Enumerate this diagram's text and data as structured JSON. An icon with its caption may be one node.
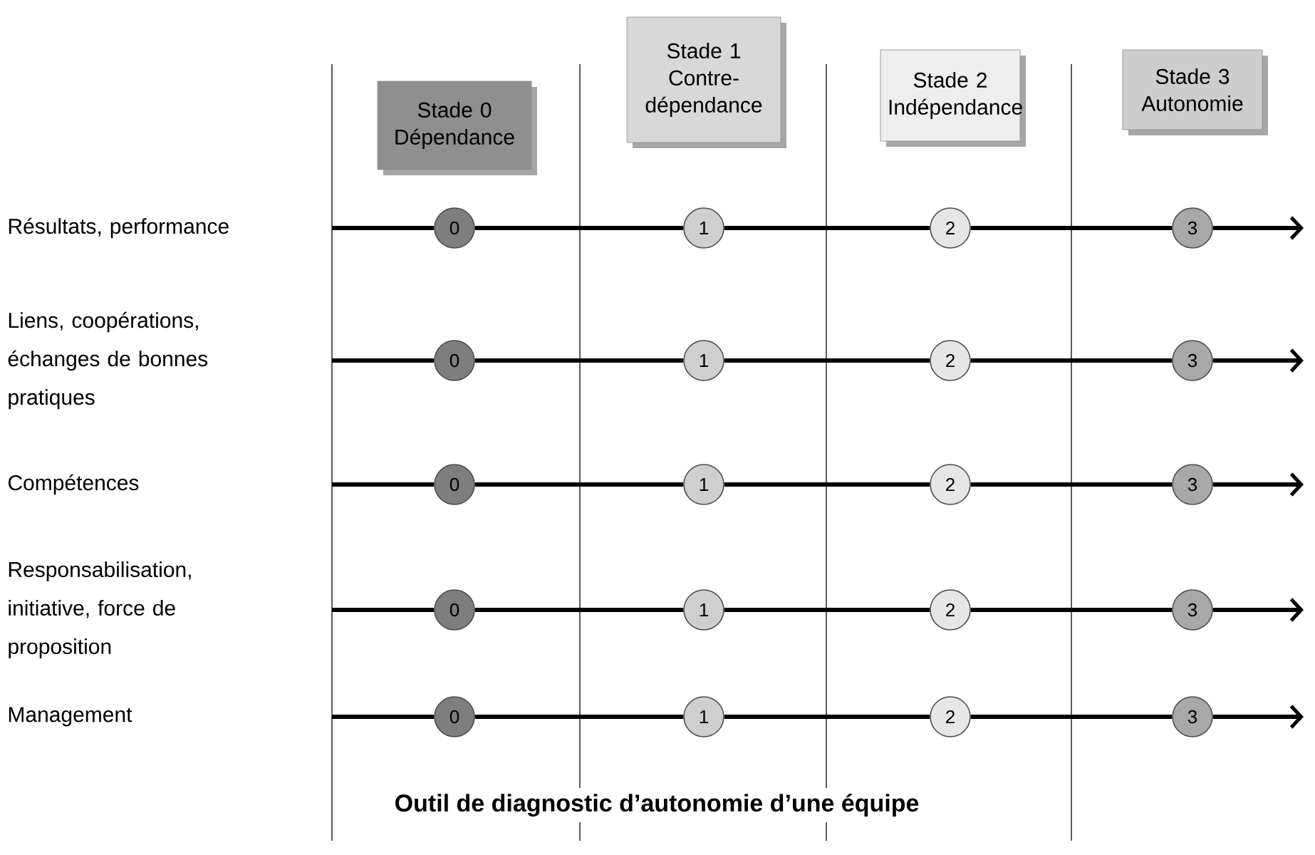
{
  "diagram": {
    "caption": "Outil de diagnostic d’autonomie d’une équipe",
    "nodes": [
      {
        "text": [
          "Stade 0 Dépendance"
        ]
      },
      {
        "text": [
          "Stade 1 Contre-dépendance"
        ]
      },
      {
        "text": [
          "Stade 2 Indépendance"
        ]
      },
      {
        "text": [
          "Stade 3 Autonomie"
        ]
      },
      {
        "text": [
          "0"
        ]
      },
      {
        "text": [
          "1"
        ]
      },
      {
        "text": [
          "2"
        ]
      },
      {
        "text": [
          "3"
        ]
      },
      {
        "text": [
          "0"
        ]
      },
      {
        "text": [
          "1"
        ]
      },
      {
        "text": [
          "2"
        ]
      },
      {
        "text": [
          "3"
        ]
      },
      {
        "text": [
          "0"
        ]
      },
      {
        "text": [
          "1"
        ]
      },
      {
        "text": [
          "2"
        ]
      },
      {
        "text": [
          "3"
        ]
      },
      {
        "text": [
          "0"
        ]
      },
      {
        "text": [
          "1"
        ]
      },
      {
        "text": [
          "2"
        ]
      },
      {
        "text": [
          "3"
        ]
      },
      {
        "text": [
          "0"
        ]
      },
      {
        "text": [
          "1"
        ]
      },
      {
        "text": [
          "2"
        ]
      },
      {
        "text": [
          "3"
        ]
      }
    ],
    "edges": [
      {
        "from": null,
        "to": 4,
        "arrow": "none"
      },
      {
        "from": 4,
        "to": 5,
        "arrow": "none"
      },
      {
        "from": 5,
        "to": 6,
        "arrow": "none"
      },
      {
        "from": 6,
        "to": 7,
        "arrow": "none"
      },
      {
        "from": 7,
        "to": null,
        "arrow": "to"
      },
      {
        "from": null,
        "to": 8,
        "arrow": "none"
      },
      {
        "from": 8,
        "to": 9,
        "arrow": "none"
      },
      {
        "from": 9,
        "to": 10,
        "arrow": "none"
      },
      {
        "from": 10,
        "to": 11,
        "arrow": "none"
      },
      {
        "from": 11,
        "to": null,
        "arrow": "to"
      },
      {
        "from": null,
        "to": 12,
        "arrow": "none"
      },
      {
        "from": 12,
        "to": 13,
        "arrow": "none"
      },
      {
        "from": 13,
        "to": 14,
        "arrow": "none"
      },
      {
        "from": 14,
        "to": 15,
        "arrow": "none"
      },
      {
        "from": 15,
        "to": null,
        "arrow": "to"
      },
      {
        "from": null,
        "to": 16,
        "arrow": "none"
      },
      {
        "from": 16,
        "to": 17,
        "arrow": "none"
      },
      {
        "from": 17,
        "to": 18,
        "arrow": "none"
      },
      {
        "from": 18,
        "to": 19,
        "arrow": "none"
      },
      {
        "from": 19,
        "to": null,
        "arrow": "to"
      },
      {
        "from": null,
        "to": 20,
        "arrow": "none"
      },
      {
        "from": 20,
        "to": 21,
        "arrow": "none"
      },
      {
        "from": 21,
        "to": 22,
        "arrow": "none"
      },
      {
        "from": 22,
        "to": 23,
        "arrow": "none"
      },
      {
        "from": 23,
        "to": null,
        "arrow": "to"
      }
    ],
    "labels": [
      "Résultats, performance",
      "Liens, coopérations, échanges de bonnes pratiques",
      "Compétences",
      "Responsabilisation, initiative, force de proposition",
      "Management"
    ]
  }
}
